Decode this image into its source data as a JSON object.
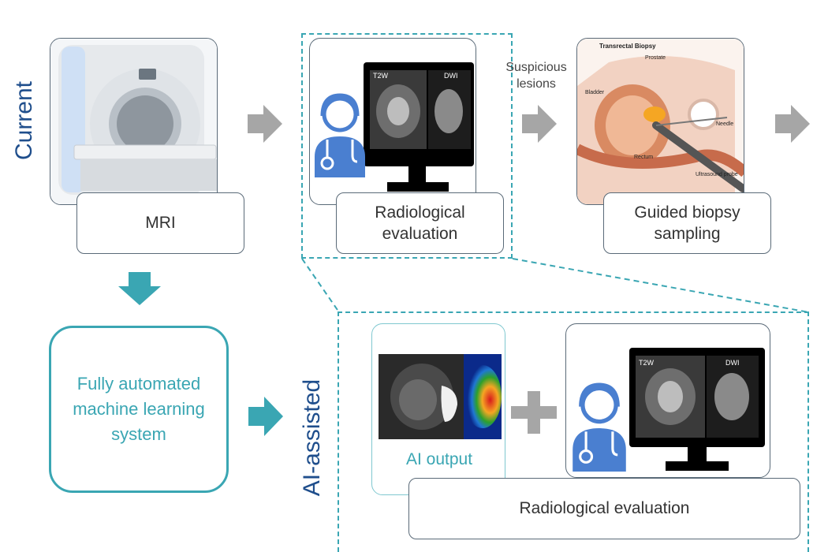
{
  "side_labels": {
    "current": "Current",
    "ai_assisted": "AI-assisted"
  },
  "current_row": {
    "mri": "MRI",
    "radiological_eval": "Radiological evaluation",
    "suspicious_lesions": "Suspicious lesions",
    "guided_biopsy": "Guided biopsy sampling",
    "anatomy_labels": {
      "title": "Transrectal Biopsy",
      "prostate": "Prostate",
      "bladder": "Bladder",
      "needle": "Needle",
      "rectum": "Rectum",
      "ultrasound_probe": "Ultrasound probe"
    },
    "monitor_labels": {
      "t2w": "T2W",
      "dwi": "DWI"
    }
  },
  "ml_system": "Fully automated machine learning system",
  "ai_row": {
    "ai_output": "AI output",
    "radiological_eval": "Radiological evaluation"
  },
  "colors": {
    "navy": "#1f4e8c",
    "teal": "#3aa6b3",
    "gray_arrow": "#a6a6a6",
    "doctor_blue": "#4a7fd0"
  }
}
